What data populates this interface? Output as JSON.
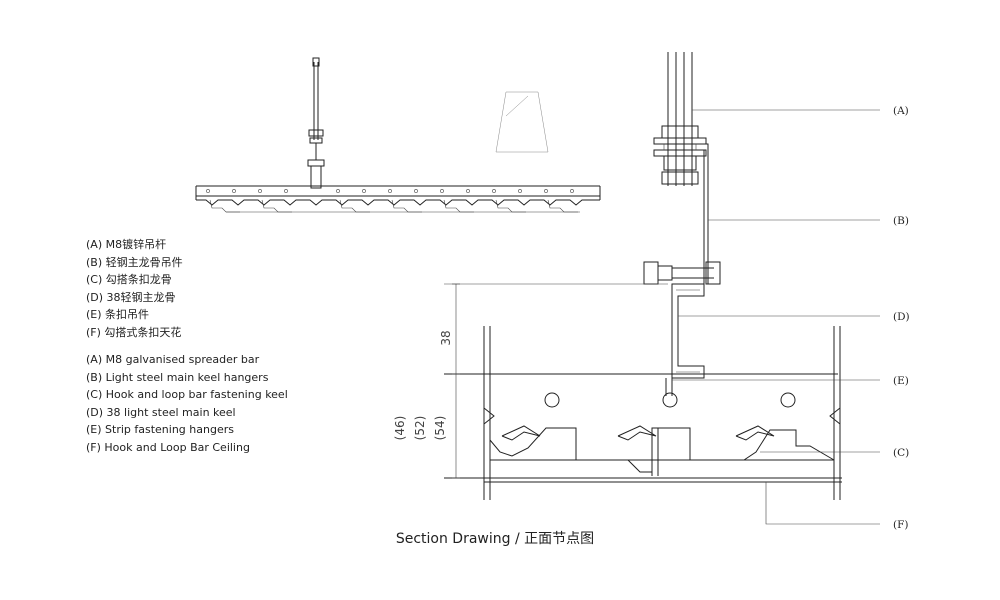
{
  "legend_zh": [
    "(A)  M8镀锌吊杆",
    "(B)  轻钢主龙骨吊件",
    "(C)  勾搭条扣龙骨",
    "(D)  38轻钢主龙骨",
    "(E)  条扣吊件",
    "(F)  勾搭式条扣天花"
  ],
  "legend_en": [
    "(A)  M8 galvanised spreader bar",
    "(B)  Light steel main keel hangers",
    "(C)  Hook and loop bar fastening keel",
    "(D)  38 light steel main keel",
    "(E)  Strip fastening hangers",
    "(F)  Hook and Loop Bar Ceiling"
  ],
  "callouts": {
    "a": "(A)",
    "b": "(B)",
    "c": "(C)",
    "d": "(D)",
    "e": "(E)",
    "f": "(F)"
  },
  "dimensions": {
    "d38": "38",
    "d46": "(46)",
    "d52": "(52)",
    "d54": "(54)"
  },
  "caption": "Section Drawing / 正面节点图"
}
